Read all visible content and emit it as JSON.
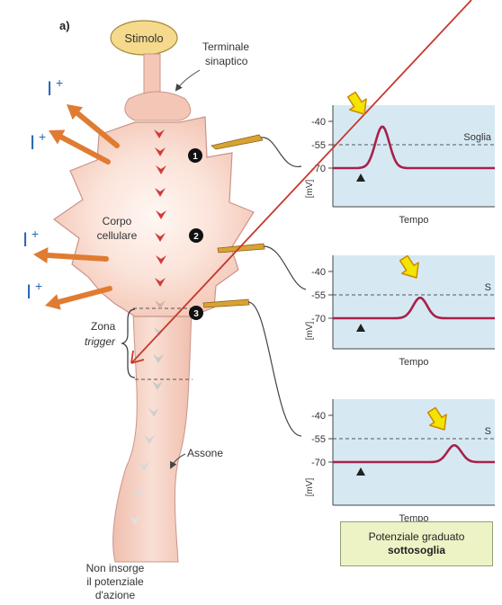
{
  "panel_label": "a)",
  "labels": {
    "stimolo": "Stimolo",
    "terminale_line1": "Terminale",
    "terminale_line2": "sinaptico",
    "corpo_line1": "Corpo",
    "corpo_line2": "cellulare",
    "zona": "Zona",
    "trigger": "trigger",
    "assone": "Assone",
    "non_line1": "Non insorge",
    "non_line2": "il potenziale",
    "non_line3": "d'azione"
  },
  "ion_label": "I",
  "ion_charge": "+",
  "graphs": [
    {
      "ticks": [
        "-40",
        "-55",
        "-70"
      ],
      "threshold_label": "Soglia",
      "ylabel": "[mV]",
      "xlabel": "Tempo",
      "peak": 0.89,
      "marker": "1"
    },
    {
      "ticks": [
        "-40",
        "-55",
        "-70"
      ],
      "threshold_label": "S",
      "ylabel": "[mV]",
      "xlabel": "Tempo",
      "peak": 0.44,
      "marker": "2"
    },
    {
      "ticks": [
        "-40",
        "-55",
        "-70"
      ],
      "threshold_label": "S",
      "ylabel": "[mV]",
      "xlabel": "Tempo",
      "peak": 0.36,
      "marker": "3"
    }
  ],
  "callout": {
    "line1": "Potenziale graduato",
    "line2": "sottosoglia"
  },
  "colors": {
    "cell_fill": "#f3c6b5",
    "cell_core": "#fff3ee",
    "graph_bg": "#d6e9f3",
    "trace": "#a8214a",
    "red_line": "#c8382e",
    "orange_arrow": "#e07b32",
    "ion_text": "#2a67b5",
    "yellow_arrow": "#f4e400",
    "yellow_outline": "#cc8800",
    "electrode": "#d9a233",
    "callout_bg": "#eef3c6"
  }
}
